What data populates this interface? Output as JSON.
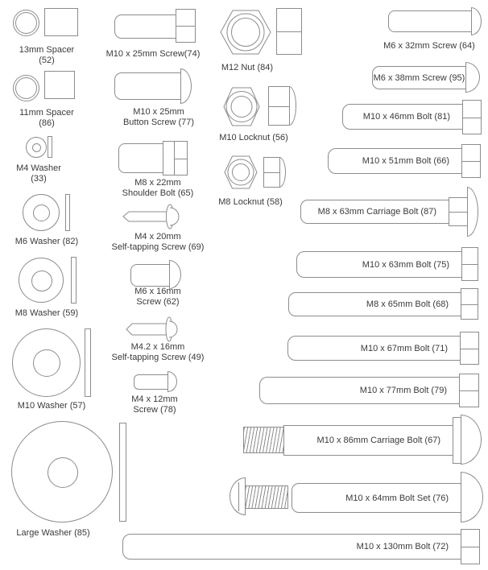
{
  "colors": {
    "stroke": "#8c8c8c",
    "text": "#3a3a3a",
    "background": "#ffffff"
  },
  "columns": {
    "left": {
      "spacer_13": {
        "line1": "13mm Spacer",
        "line2": "(52)"
      },
      "spacer_11": {
        "line1": "11mm Spacer",
        "line2": "(86)"
      },
      "washer_m4": {
        "line1": "M4 Washer",
        "line2": "(33)"
      },
      "washer_m6": {
        "label": "M6 Washer (82)"
      },
      "washer_m8": {
        "label": "M8 Washer (59)"
      },
      "washer_m10": {
        "label": "M10 Washer (57)"
      },
      "washer_large": {
        "label": "Large Washer (85)"
      }
    },
    "middle": {
      "screw_m10x25": {
        "label": "M10 x 25mm Screw(74)"
      },
      "screw_m10x25_button": {
        "line1": "M10 x 25mm",
        "line2": "Button Screw (77)"
      },
      "bolt_m8x22_shoulder": {
        "line1": "M8 x 22mm",
        "line2": "Shoulder Bolt (65)"
      },
      "screw_m4x20_st": {
        "line1": "M4 x 20mm",
        "line2": "Self-tapping Screw (69)"
      },
      "screw_m6x16": {
        "line1": "M6 x 16mm",
        "line2": "Screw (62)"
      },
      "screw_m42x16_st": {
        "line1": "M4.2 x 16mm",
        "line2": "Self-tapping Screw (49)"
      },
      "screw_m4x12": {
        "line1": "M4 x 12mm",
        "line2": "Screw (78)"
      }
    },
    "nuts": {
      "nut_m12": {
        "label": "M12 Nut (84)"
      },
      "locknut_m10": {
        "label": "M10 Locknut (56)"
      },
      "locknut_m8": {
        "label": "M8 Locknut (58)"
      }
    },
    "right": {
      "screw_m6x32": {
        "label": "M6 x 32mm Screw (64)"
      },
      "screw_m6x38": {
        "label": "M6 x 38mm Screw (95)"
      },
      "bolt_m10x46": {
        "label": "M10 x 46mm Bolt (81)"
      },
      "bolt_m10x51": {
        "label": "M10 x 51mm Bolt (66)"
      },
      "carriage_m8x63": {
        "label": "M8 x 63mm Carriage Bolt (87)"
      },
      "bolt_m10x63": {
        "label": "M10 x 63mm Bolt (75)"
      },
      "bolt_m8x65": {
        "label": "M8 x 65mm Bolt (68)"
      },
      "bolt_m10x67": {
        "label": "M10 x 67mm Bolt (71)"
      },
      "bolt_m10x77": {
        "label": "M10 x 77mm Bolt (79)"
      },
      "carriage_m10x86": {
        "label": "M10 x 86mm Carriage Bolt (67)"
      },
      "bolt_set_m10x64": {
        "label": "M10 x 64mm Bolt Set (76)"
      },
      "bolt_m10x130": {
        "label": "M10 x 130mm Bolt (72)"
      }
    }
  }
}
